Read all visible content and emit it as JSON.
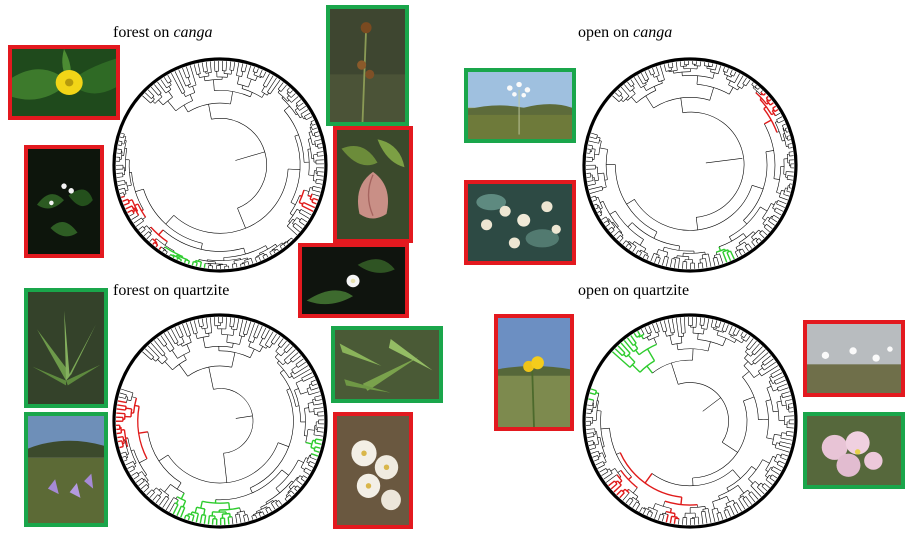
{
  "colors": {
    "red_frame": "#e3191f",
    "green_frame": "#1aa64b",
    "red_branch": "#e01b1b",
    "green_branch": "#2ecc2e",
    "tree_line": "#000000"
  },
  "panels": [
    {
      "id": "forest-canga",
      "title_prefix": "forest on ",
      "title_emph": "canga",
      "photos": [
        {
          "frame": "red",
          "subject": "yellow flower on green leaves"
        },
        {
          "frame": "red",
          "subject": "small white flowers, dark leaves"
        },
        {
          "frame": "green",
          "subject": "brown seed heads on tall stem"
        },
        {
          "frame": "red",
          "subject": "pink bell flower"
        },
        {
          "frame": "red",
          "subject": "white star flower on dark background"
        }
      ]
    },
    {
      "id": "open-canga",
      "title_prefix": "open on ",
      "title_emph": "canga",
      "photos": [
        {
          "frame": "green",
          "subject": "white flower heads over open field"
        },
        {
          "frame": "red",
          "subject": "white pompom flower cluster"
        }
      ]
    },
    {
      "id": "forest-quartzite",
      "title_prefix": "forest on quartzite",
      "title_emph": "",
      "photos": [
        {
          "frame": "green",
          "subject": "rosette plant"
        },
        {
          "frame": "green",
          "subject": "purple flowers in grassland"
        },
        {
          "frame": "green",
          "subject": "grass-like leaves"
        },
        {
          "frame": "red",
          "subject": "white five-petal flowers"
        }
      ]
    },
    {
      "id": "open-quartzite",
      "title_prefix": "open on quartzite",
      "title_emph": "",
      "photos": [
        {
          "frame": "red",
          "subject": "yellow flower against sky"
        },
        {
          "frame": "red",
          "subject": "white flowers in grass"
        },
        {
          "frame": "green",
          "subject": "pink flower cluster"
        }
      ]
    }
  ]
}
